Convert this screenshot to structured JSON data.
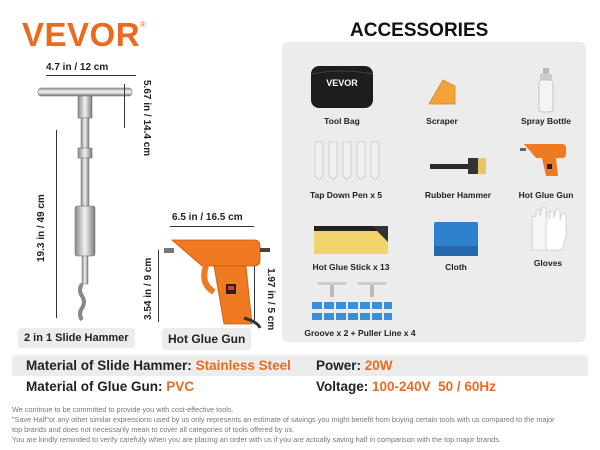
{
  "brand": {
    "name": "VEVOR",
    "mark": "®"
  },
  "dimensions": {
    "hammer_width": "4.7 in / 12 cm",
    "hammer_handle_height": "5.67 in / 14.4 cm",
    "hammer_length": "19.3 in / 49 cm",
    "gun_width": "6.5 in / 16.5 cm",
    "gun_height": "3.54 in / 9 cm",
    "gun_nozzle": "1.97 in / 5 cm"
  },
  "labels": {
    "slide_hammer": "2 in 1 Slide Hammer",
    "glue_gun": "Hot Glue Gun"
  },
  "accessories": {
    "title": "ACCESSORIES",
    "items": [
      {
        "label": "Tool Bag",
        "icon": "tool-bag-icon"
      },
      {
        "label": "Scraper",
        "icon": "scraper-icon"
      },
      {
        "label": "Spray Bottle",
        "icon": "spray-bottle-icon"
      },
      {
        "label": "Tap Down Pen x 5",
        "icon": "tap-down-pen-icon"
      },
      {
        "label": "Rubber Hammer",
        "icon": "rubber-hammer-icon"
      },
      {
        "label": "Hot Glue Gun",
        "icon": "glue-gun-icon"
      },
      {
        "label": "Hot Glue Stick x 13",
        "icon": "glue-stick-icon"
      },
      {
        "label": "Cloth",
        "icon": "cloth-icon"
      },
      {
        "label": "Gloves",
        "icon": "gloves-icon"
      },
      {
        "label": "Groove x 2 + Puller Line x 4",
        "icon": "puller-tab-icon"
      }
    ],
    "bag_text": "VEVOR"
  },
  "specs": {
    "hammer_material_key": "Material of Slide Hammer:",
    "hammer_material_value": "Stainless Steel",
    "power_key": "Power:",
    "power_value": "20W",
    "gun_material_key": "Material of Glue Gun:",
    "gun_material_value": "PVC",
    "voltage_key": "Voltage:",
    "voltage_value": "100-240V  50 / 60Hz"
  },
  "notes": [
    "We continue to be committed to provide you with cost-effective tools.",
    "\"Save Half\"or any other similar expressions used by us only represents an estimate of savings you might benefit from buying certain tools with us compared to the major",
    "top brands and does not necessarily mean to cover all categories of tools offered by us.",
    "You are kindly reminded to verify carefully when you are placing an order with us if you are actually saving half in comparison with the top major brands."
  ],
  "colors": {
    "accent": "#ec6a1f",
    "panel": "#ececec",
    "blue": "#3a8fd9"
  }
}
